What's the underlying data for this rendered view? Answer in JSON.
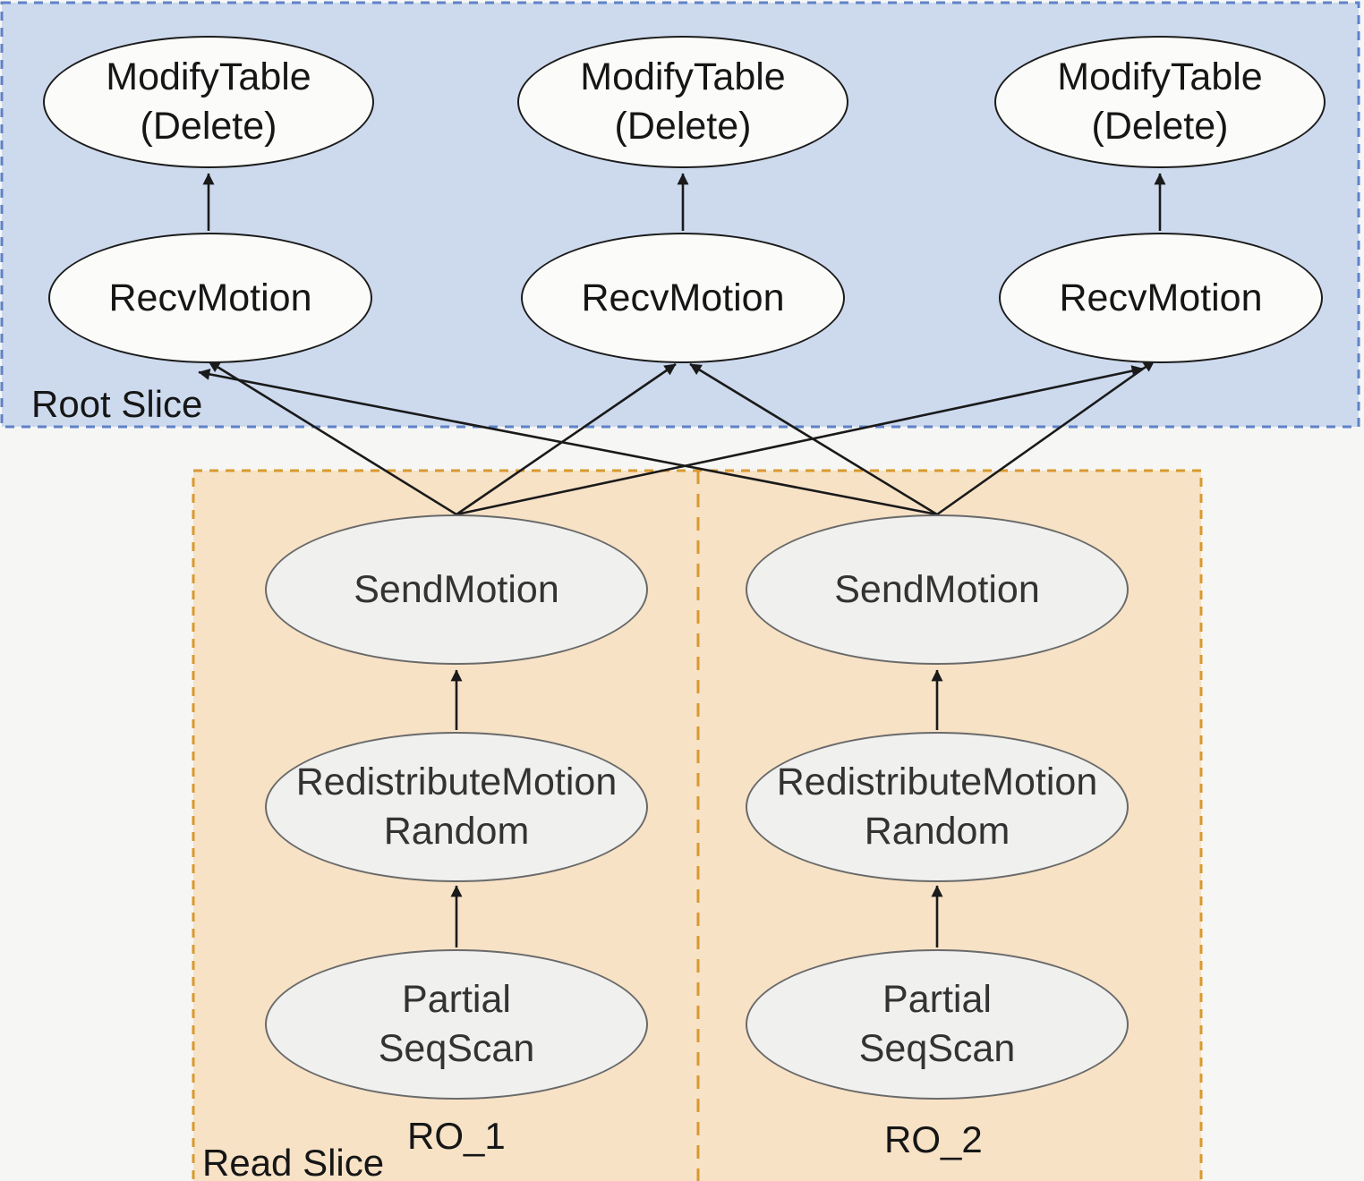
{
  "root_slice": {
    "label": "Root Slice",
    "modify_table_nodes": [
      {
        "line1": "ModifyTable",
        "line2": "(Delete)"
      },
      {
        "line1": "ModifyTable",
        "line2": "(Delete)"
      },
      {
        "line1": "ModifyTable",
        "line2": "(Delete)"
      }
    ],
    "recv_motion_nodes": [
      {
        "label": "RecvMotion"
      },
      {
        "label": "RecvMotion"
      },
      {
        "label": "RecvMotion"
      }
    ]
  },
  "read_slice": {
    "label": "Read Slice",
    "segments": [
      {
        "name": "RO_1",
        "send_motion": "SendMotion",
        "redistribute_motion": {
          "line1": "RedistributeMotion",
          "line2": "Random"
        },
        "partial_seqscan": {
          "line1": "Partial",
          "line2": "SeqScan"
        }
      },
      {
        "name": "RO_2",
        "send_motion": "SendMotion",
        "redistribute_motion": {
          "line1": "RedistributeMotion",
          "line2": "Random"
        },
        "partial_seqscan": {
          "line1": "Partial",
          "line2": "SeqScan"
        }
      }
    ]
  },
  "colors": {
    "page-bg": "#f6f6f4",
    "root-slice-fill": "#cddaee",
    "root-slice-border": "#5f82c8",
    "read-slice-fill": "#f7e2c6",
    "read-slice-border": "#d9992f",
    "root-node-fill": "#fbfbfa",
    "root-node-stroke": "#1c1c1c",
    "root-node-text": "#161616",
    "read-node-fill": "#f0f0ef",
    "read-node-stroke": "#6a6a6a",
    "read-node-text": "#333333",
    "label-text": "#161616",
    "arrow": "#1a1a1a"
  }
}
